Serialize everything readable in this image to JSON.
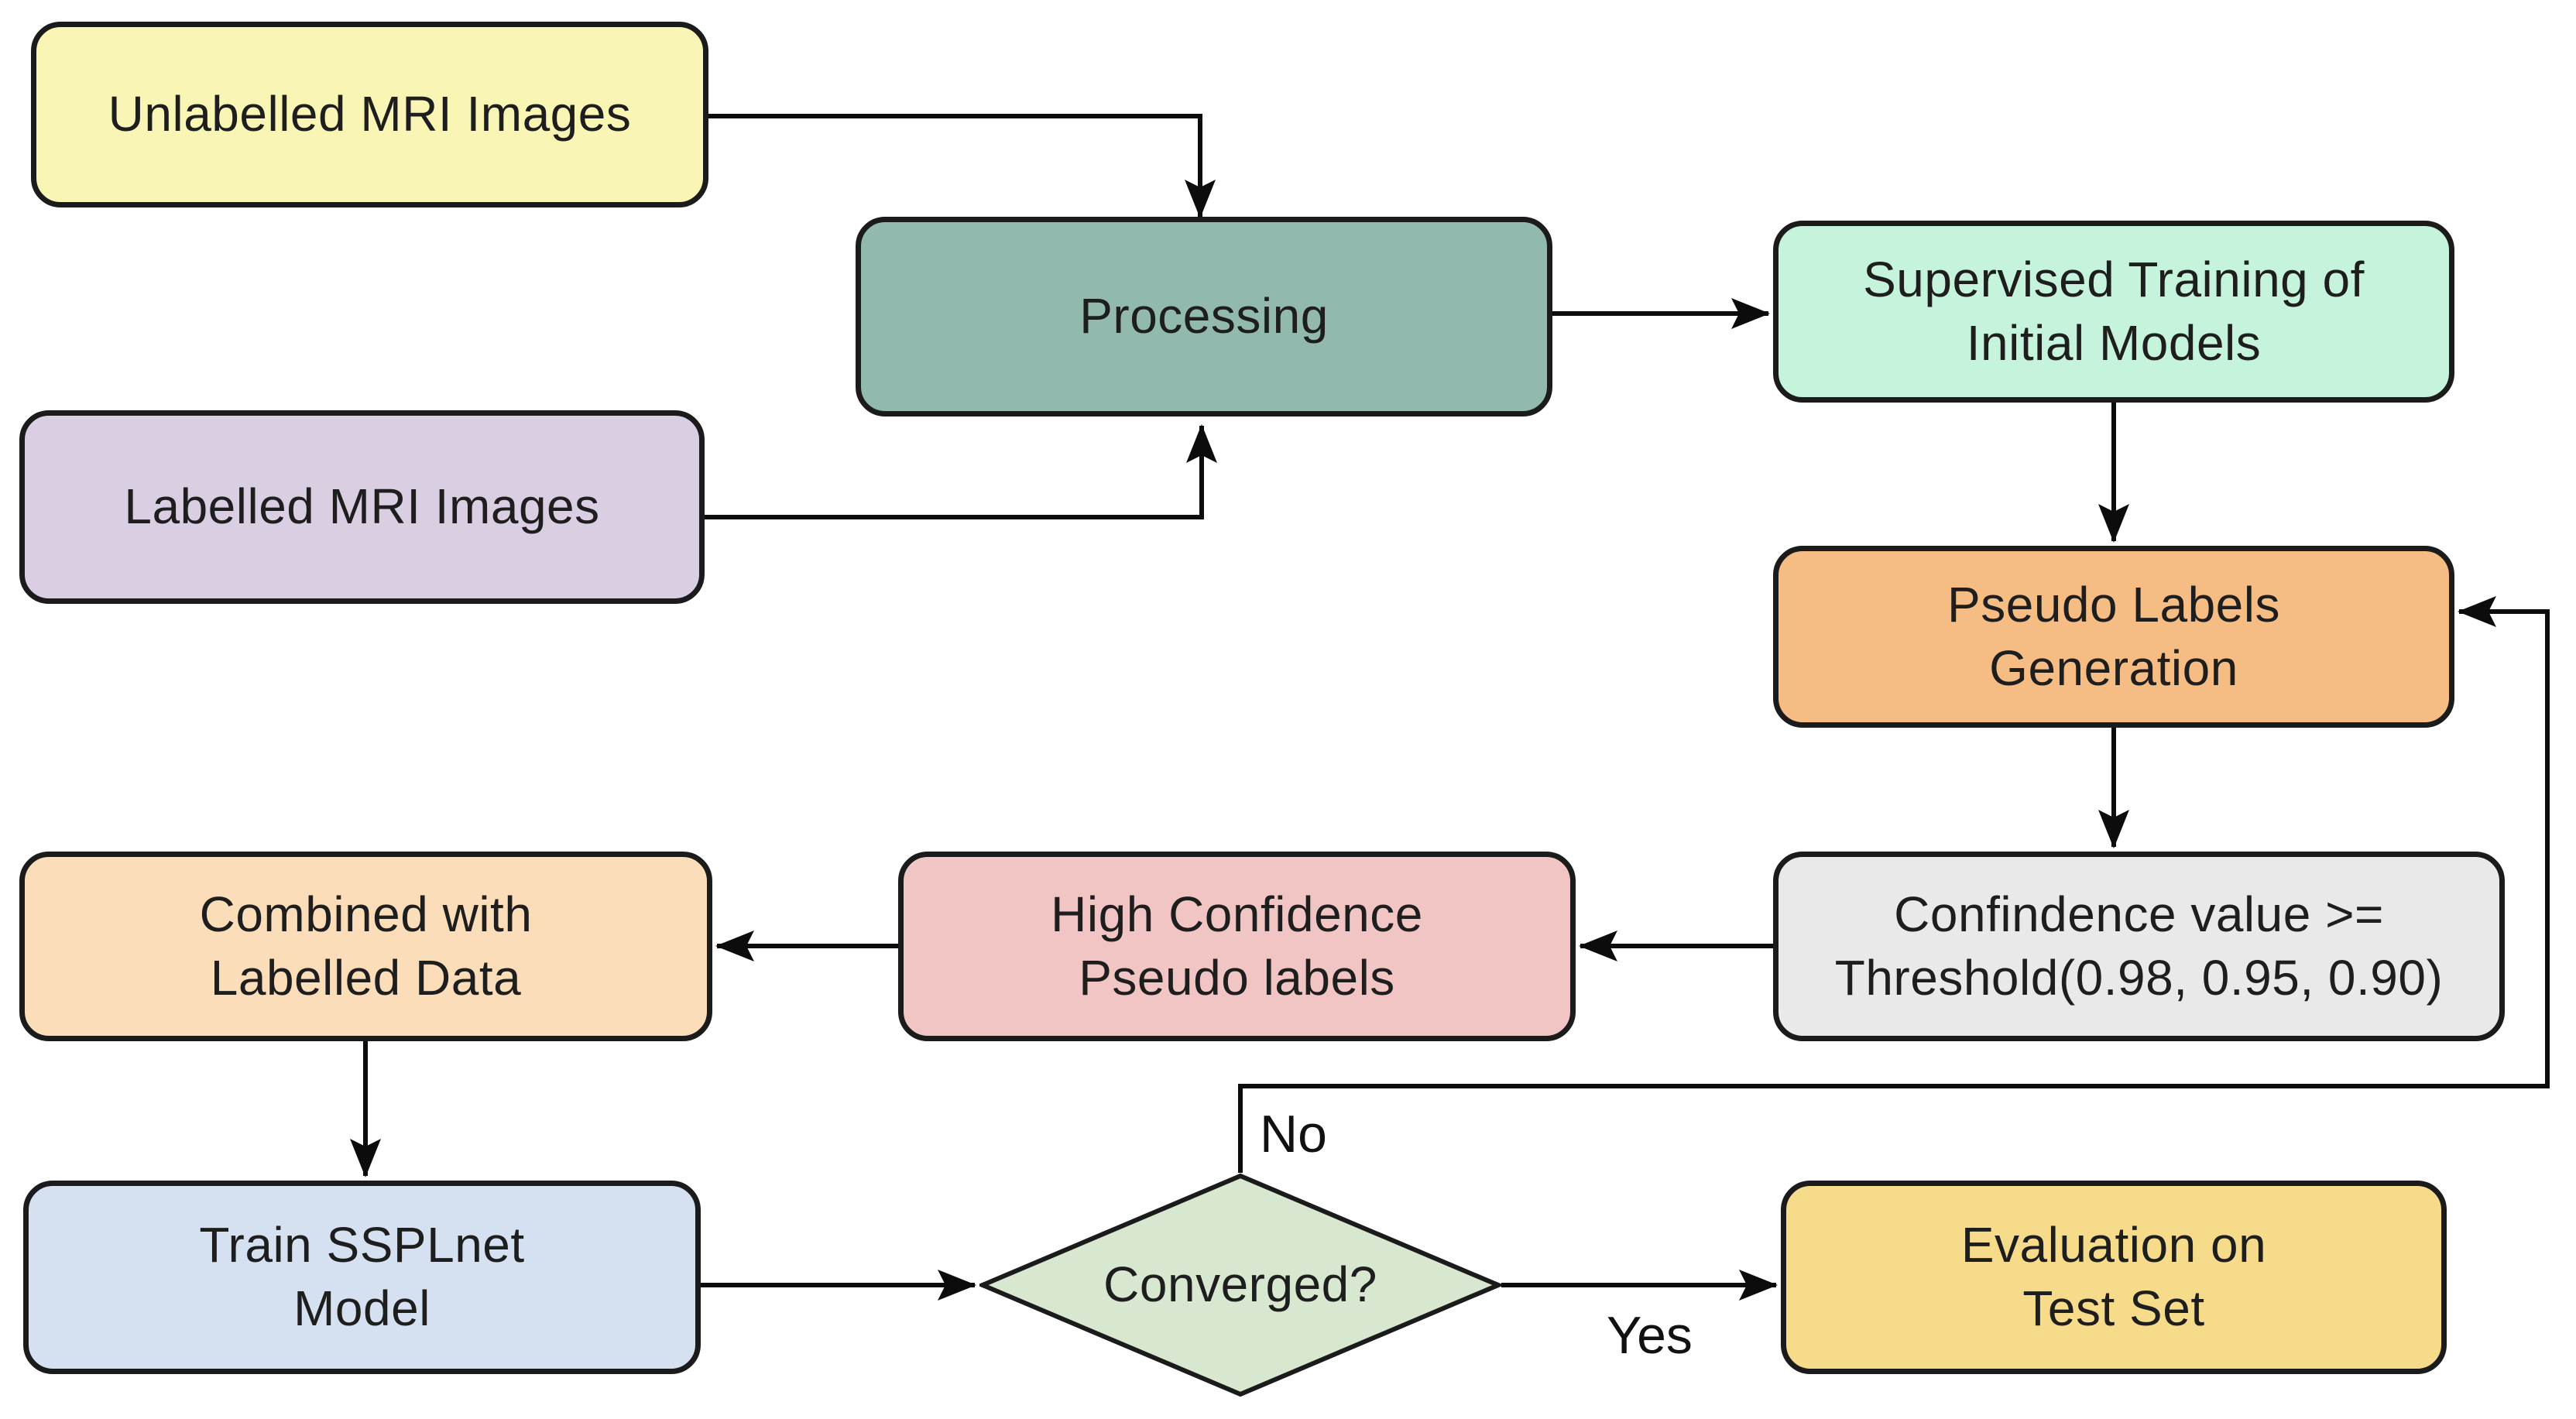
{
  "nodes": {
    "unlabelled": {
      "label": "Unlabelled MRI Images",
      "shape": "rounded-rect",
      "fill": "#F9F6B5"
    },
    "labelled": {
      "label": "Labelled MRI Images",
      "shape": "rounded-rect",
      "fill": "#D9CEE2"
    },
    "processing": {
      "label": "Processing",
      "shape": "rounded-rect",
      "fill": "#92B9AD"
    },
    "supervised": {
      "label": "Supervised Training of\nInitial Models",
      "shape": "rounded-rect",
      "fill": "#C5F3DB"
    },
    "pseudo": {
      "label": "Pseudo Labels\nGeneration",
      "shape": "rounded-rect",
      "fill": "#F5BC83"
    },
    "confidence": {
      "label": "Confindence value >=\nThreshold(0.98, 0.95, 0.90)",
      "shape": "rounded-rect",
      "fill": "#E9E9E9"
    },
    "highconf": {
      "label": "High Confidence\nPseudo labels",
      "shape": "rounded-rect",
      "fill": "#F1C5C3"
    },
    "combined": {
      "label": "Combined with\nLabelled Data",
      "shape": "rounded-rect",
      "fill": "#FBDDBA"
    },
    "train": {
      "label": "Train SSPLnet\nModel",
      "shape": "rounded-rect",
      "fill": "#D5E0F1"
    },
    "converged": {
      "label": "Converged?",
      "shape": "diamond",
      "fill": "#D7E7D0"
    },
    "evaluation": {
      "label": "Evaluation on\nTest Set",
      "shape": "rounded-rect",
      "fill": "#F6DB8A"
    }
  },
  "edge_labels": {
    "no": "No",
    "yes": "Yes"
  },
  "edges": [
    {
      "from": "unlabelled",
      "to": "processing",
      "label": ""
    },
    {
      "from": "labelled",
      "to": "processing",
      "label": ""
    },
    {
      "from": "processing",
      "to": "supervised",
      "label": ""
    },
    {
      "from": "supervised",
      "to": "pseudo",
      "label": ""
    },
    {
      "from": "pseudo",
      "to": "confidence",
      "label": ""
    },
    {
      "from": "confidence",
      "to": "highconf",
      "label": ""
    },
    {
      "from": "highconf",
      "to": "combined",
      "label": ""
    },
    {
      "from": "combined",
      "to": "train",
      "label": ""
    },
    {
      "from": "train",
      "to": "converged",
      "label": ""
    },
    {
      "from": "converged",
      "to": "evaluation",
      "label": "Yes"
    },
    {
      "from": "converged",
      "to": "pseudo",
      "label": "No"
    }
  ],
  "colors": {
    "border": "#1B1B1B",
    "arrow": "#0C0C0C",
    "background": "#FFFFFF"
  }
}
